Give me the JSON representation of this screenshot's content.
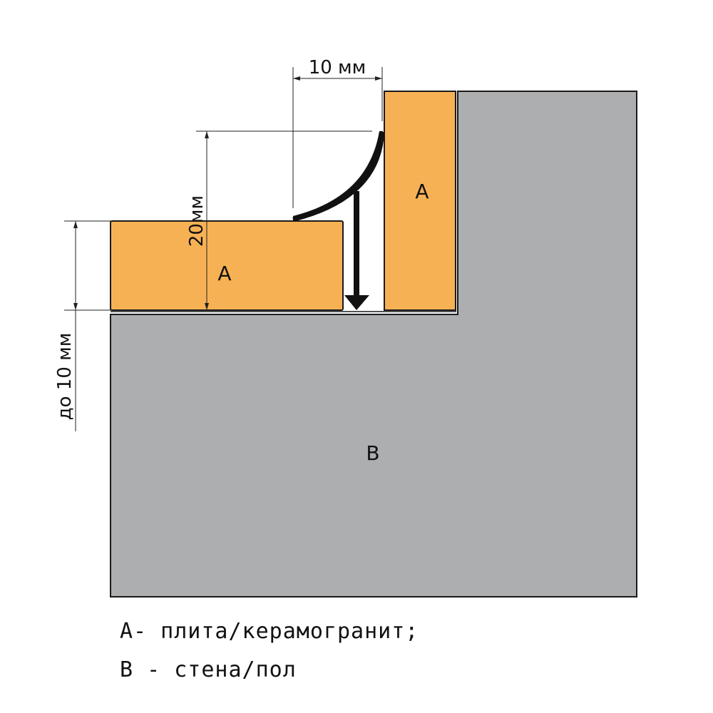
{
  "colors": {
    "tile": "#F7B155",
    "wall": "#ADAEB0",
    "outline": "#1a1a1a"
  },
  "labels": {
    "tile_top": "A",
    "tile_bottom": "A",
    "wall": "B"
  },
  "dimensions": {
    "width_10": "10 мм",
    "height_20": "20мм",
    "up_to_10": "до 10 мм"
  },
  "legend": [
    "A- плита/керамогранит;",
    "B - стена/пол"
  ]
}
